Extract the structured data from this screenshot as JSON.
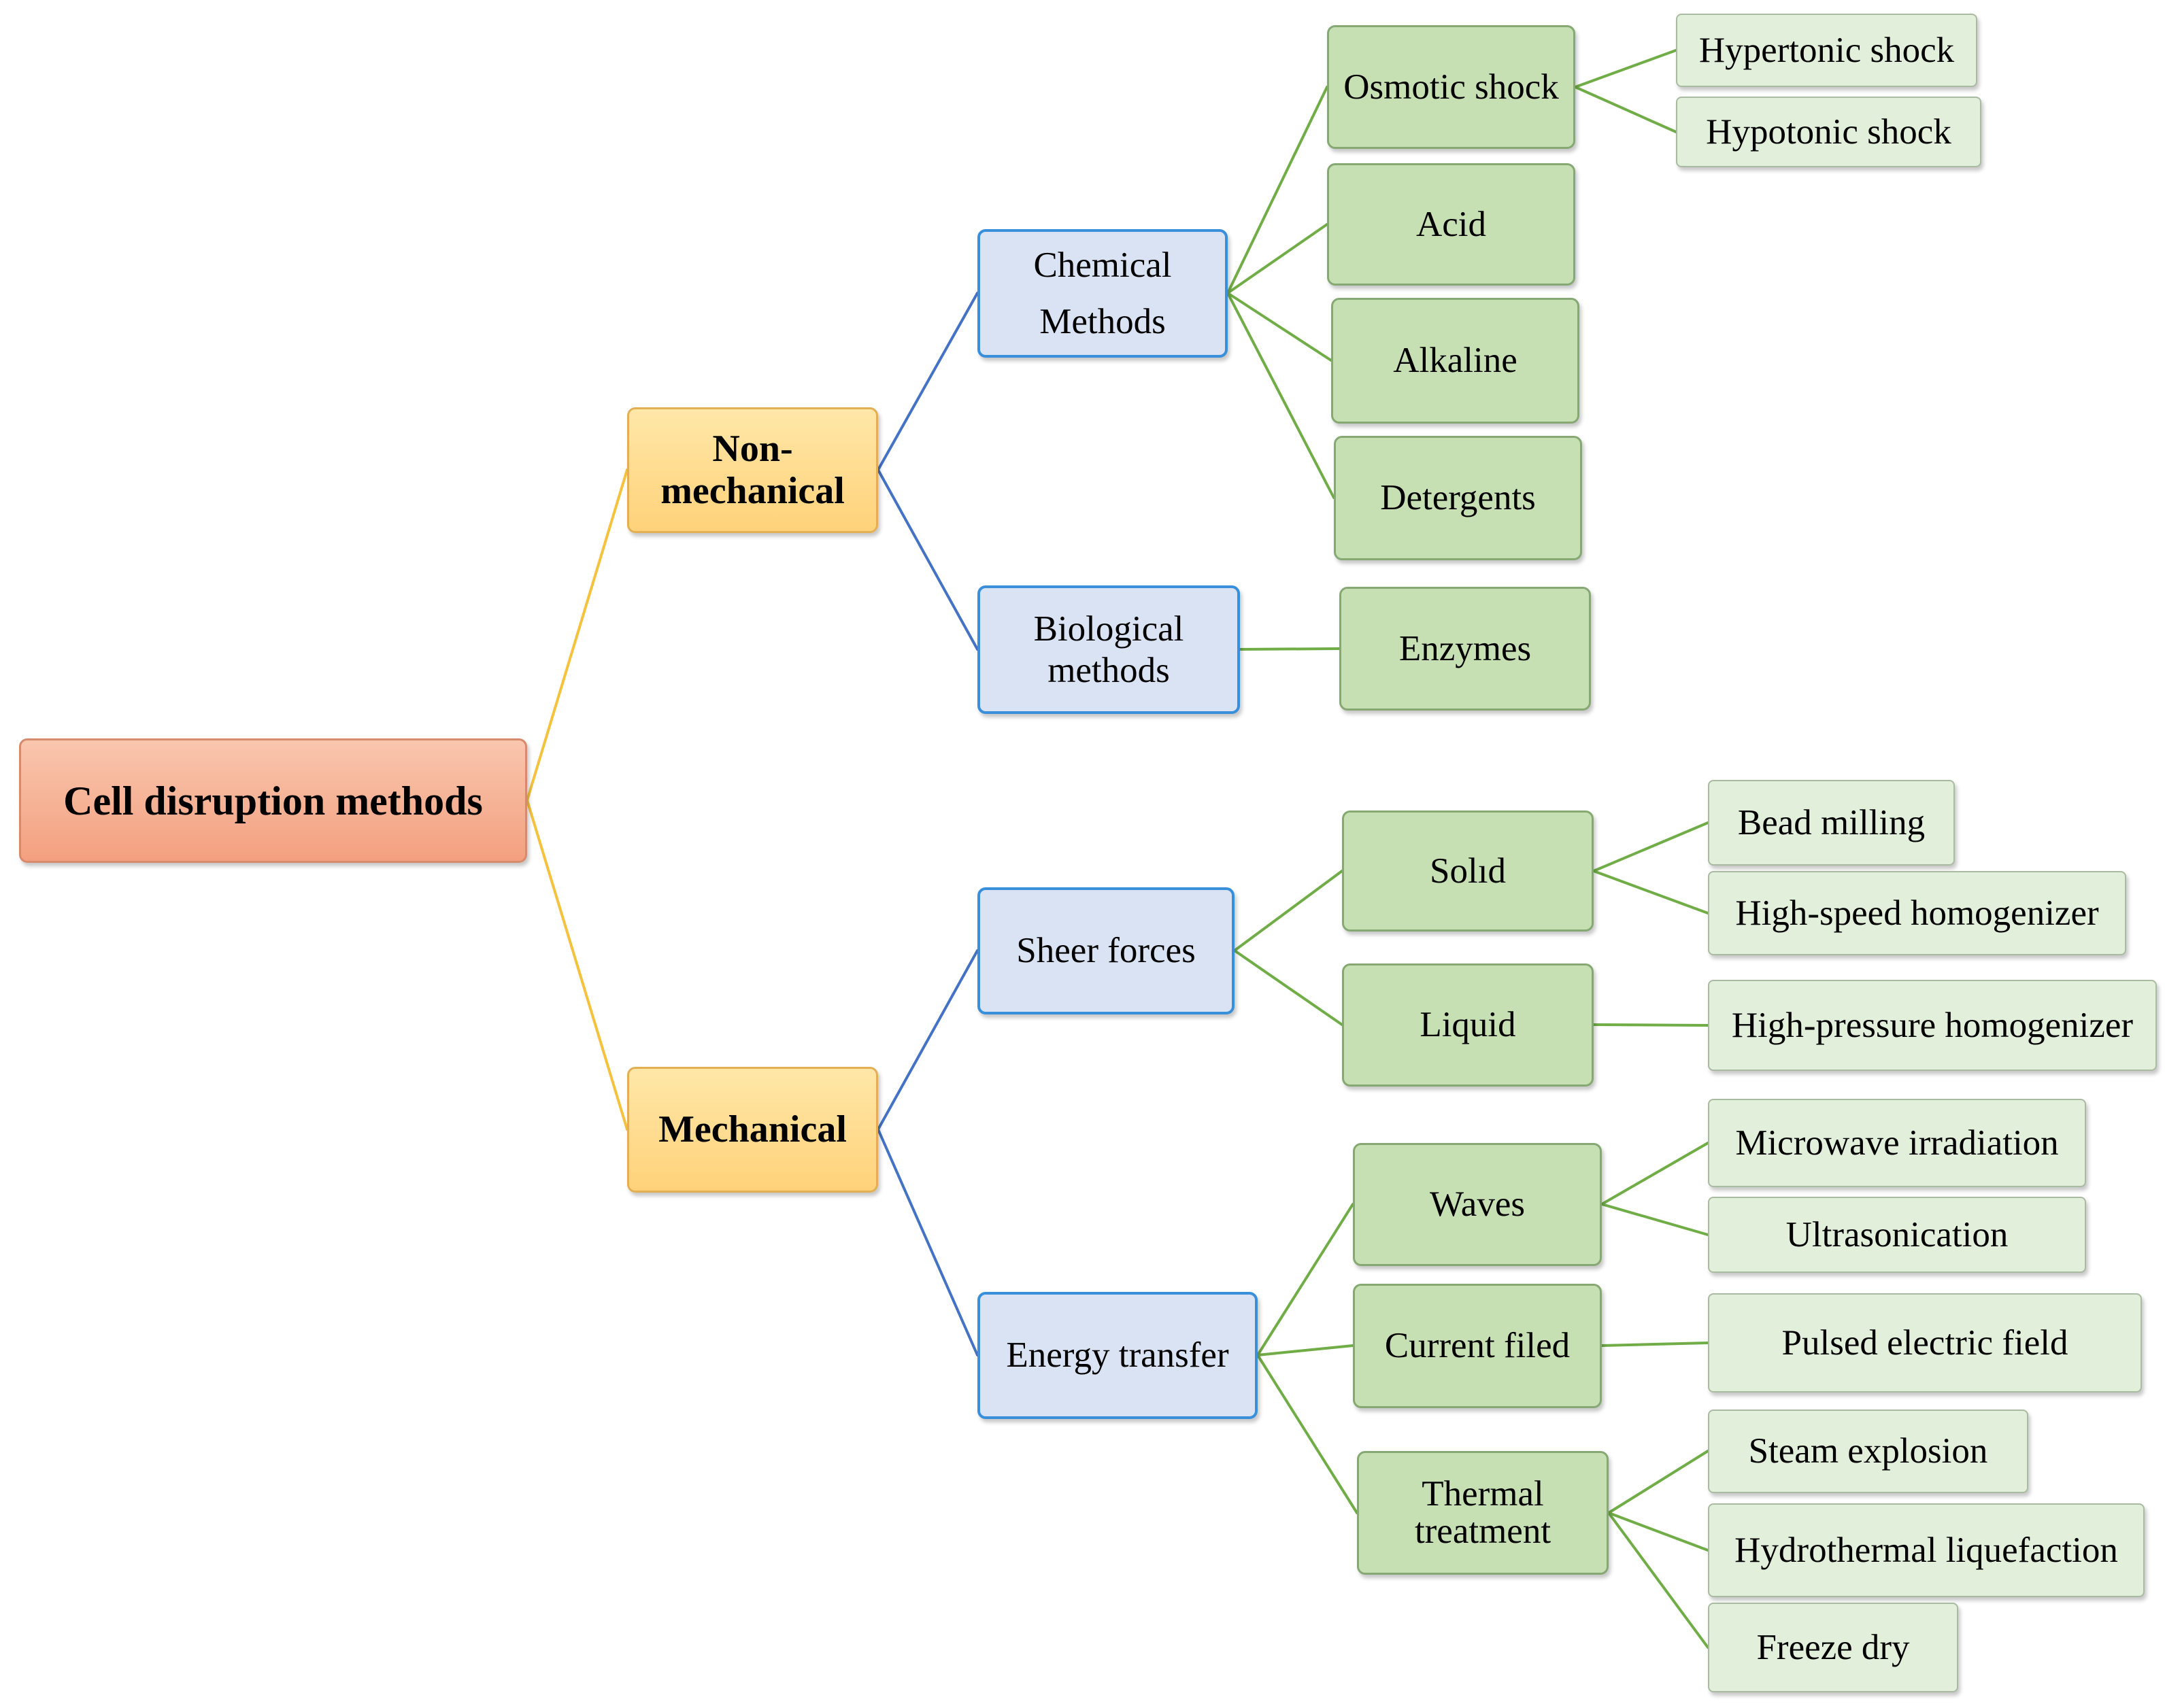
{
  "diagram": {
    "label": "Cell disruption methods",
    "children": [
      {
        "label": "Non-\nmechanical",
        "children": [
          {
            "label": "Chemical\nMethods",
            "children": [
              {
                "label": "Osmotic shock",
                "children": [
                  {
                    "label": "Hypertonic shock"
                  },
                  {
                    "label": "Hypotonic shock"
                  }
                ]
              },
              {
                "label": "Acid"
              },
              {
                "label": "Alkaline"
              },
              {
                "label": "Detergents"
              }
            ]
          },
          {
            "label": "Biological\nmethods",
            "children": [
              {
                "label": "Enzymes"
              }
            ]
          }
        ]
      },
      {
        "label": "Mechanical",
        "children": [
          {
            "label": "Sheer forces",
            "children": [
              {
                "label": "Solıd",
                "children": [
                  {
                    "label": "Bead milling"
                  },
                  {
                    "label": "High-speed homogenizer"
                  }
                ]
              },
              {
                "label": "Liquid",
                "children": [
                  {
                    "label": "High-pressure homogenizer"
                  }
                ]
              }
            ]
          },
          {
            "label": "Energy transfer",
            "children": [
              {
                "label": "Waves",
                "children": [
                  {
                    "label": "Microwave irradiation"
                  },
                  {
                    "label": "Ultrasonication"
                  }
                ]
              },
              {
                "label": "Current filed",
                "children": [
                  {
                    "label": "Pulsed electric field"
                  }
                ]
              },
              {
                "label": "Thermal\ntreatment",
                "children": [
                  {
                    "label": "Steam explosion"
                  },
                  {
                    "label": "Hydrothermal liquefaction"
                  },
                  {
                    "label": "Freeze dry"
                  }
                ]
              }
            ]
          }
        ]
      }
    ]
  },
  "palette": {
    "root_fill_top": "#F9C6AE",
    "root_fill_bottom": "#F3A07F",
    "root_border": "#D88A6C",
    "category_fill_top": "#FFE7A8",
    "category_fill_bottom": "#FFD27A",
    "category_border": "#E2AF55",
    "method_fill": "#DAE3F3",
    "method_border": "#3A8FDB",
    "technique_fill": "#C6E0B4",
    "technique_border": "#86A872",
    "variant_fill": "#E2EFDA",
    "variant_border": "#A9BBA0",
    "connector_root": "#F5C23E",
    "connector_category": "#4472C4",
    "connector_method": "#70AD47"
  }
}
